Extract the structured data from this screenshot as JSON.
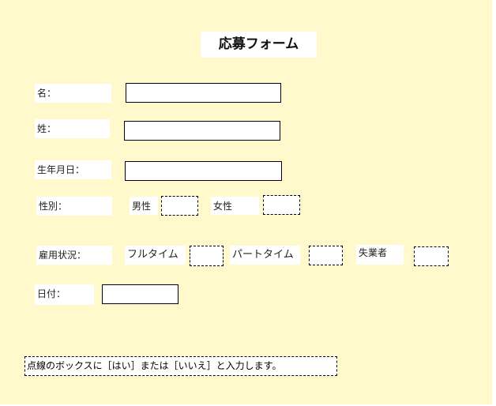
{
  "form": {
    "title": "応募フォーム",
    "fields": {
      "first_name": {
        "label": "名：",
        "value": ""
      },
      "last_name": {
        "label": "姓：",
        "value": ""
      },
      "birthdate": {
        "label": "生年月日：",
        "value": ""
      },
      "date": {
        "label": "日付：",
        "value": ""
      }
    },
    "gender": {
      "label": "性別：",
      "options": [
        {
          "label": "男性",
          "value": ""
        },
        {
          "label": "女性",
          "value": ""
        }
      ]
    },
    "employment": {
      "label": "雇用状況：",
      "options": [
        {
          "label": "フルタイム",
          "value": ""
        },
        {
          "label": "パートタイム",
          "value": ""
        },
        {
          "label": "失業者",
          "value": ""
        }
      ]
    },
    "note": "点線のボックスに［はい］または［いいえ］と入力します。"
  }
}
